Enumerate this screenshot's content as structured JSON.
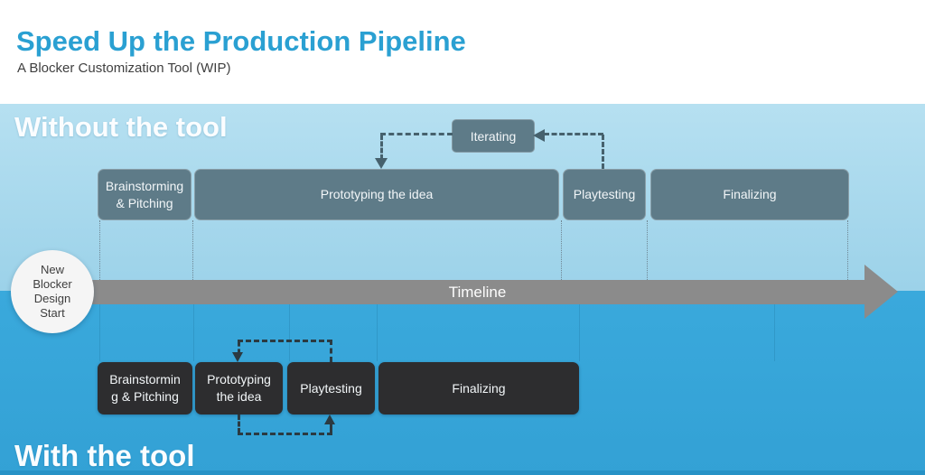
{
  "header": {
    "title": "Speed Up the Production Pipeline",
    "subtitle": "A Blocker Customization Tool (WIP)"
  },
  "section_without": {
    "heading": "Without the tool"
  },
  "section_with": {
    "heading": "With the tool"
  },
  "start_circle": {
    "lines": [
      "New",
      "Blocker",
      "Design",
      "Start"
    ]
  },
  "timeline": {
    "label": "Timeline"
  },
  "iterating": {
    "label": "Iterating"
  },
  "top_stages": [
    {
      "id": "brainstorming-pitching",
      "lines": [
        "Brainstorming",
        "& Pitching"
      ]
    },
    {
      "id": "prototyping-the-idea",
      "lines": [
        "Prototyping the idea"
      ]
    },
    {
      "id": "playtesting",
      "lines": [
        "Playtesting"
      ]
    },
    {
      "id": "finalizing",
      "lines": [
        "Finalizing"
      ]
    }
  ],
  "bottom_stages": [
    {
      "id": "brainstorming-pitching",
      "lines": [
        "Brainstormin",
        "g & Pitching"
      ]
    },
    {
      "id": "prototyping-the-idea",
      "lines": [
        "Prototyping",
        "the idea"
      ]
    },
    {
      "id": "playtesting",
      "lines": [
        "Playtesting"
      ]
    },
    {
      "id": "finalizing",
      "lines": [
        "Finalizing"
      ]
    }
  ],
  "colors": {
    "title_blue": "#2aa0d2",
    "subtitle_gray": "#3f3f3f",
    "light_blue_bg": "#a9daee",
    "dark_blue_bg": "#38a7da",
    "stage_slate": "#5e7b88",
    "stage_dark": "#2d2d2f",
    "timeline_gray": "#8b8b8b",
    "dashed_slate": "#46616d",
    "dashed_charcoal": "#2b3a42",
    "circle_bg": "#f5f5f5"
  }
}
